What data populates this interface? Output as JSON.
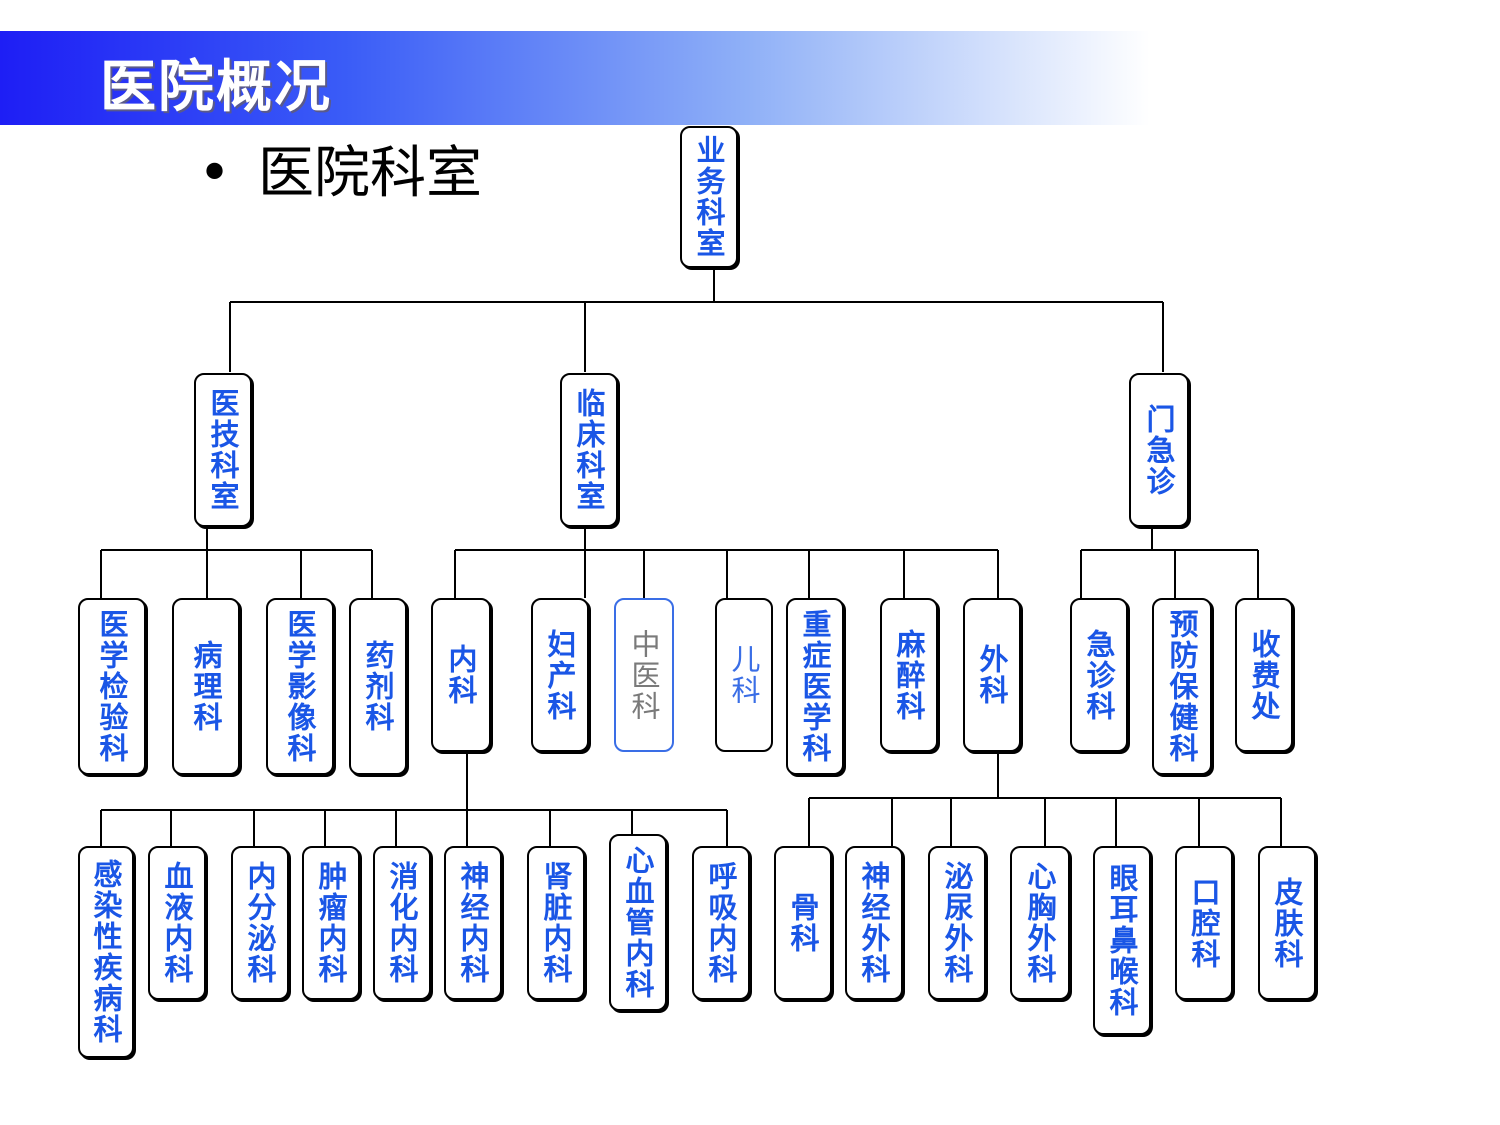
{
  "header": {
    "title": "医院概况",
    "bullet": "•",
    "subtitle": "医院科室"
  },
  "colors": {
    "node_text": "#1a56e6",
    "banner_start": "#1e1ef5",
    "banner_end": "#ffffff"
  },
  "org": {
    "root": "业务科室",
    "level1": [
      "医技科室",
      "临床科室",
      "门急诊"
    ],
    "tech": [
      "医学检验科",
      "病理科",
      "医学影像科",
      "药剂科"
    ],
    "clinical": [
      "内科",
      "妇产科",
      "中医科",
      "儿科",
      "重症医学科",
      "麻醉科",
      "外科"
    ],
    "er": [
      "急诊科",
      "预防保健科",
      "收费处"
    ],
    "internal": [
      "感染性疾病科",
      "血液内科",
      "内分泌科",
      "肿瘤内科",
      "消化内科",
      "神经内科",
      "肾脏内科",
      "心血管内科",
      "呼吸内科"
    ],
    "surgery": [
      "骨科",
      "神经外科",
      "泌尿外科",
      "心胸外科",
      "眼耳鼻喉科",
      "口腔科",
      "皮肤科"
    ]
  }
}
